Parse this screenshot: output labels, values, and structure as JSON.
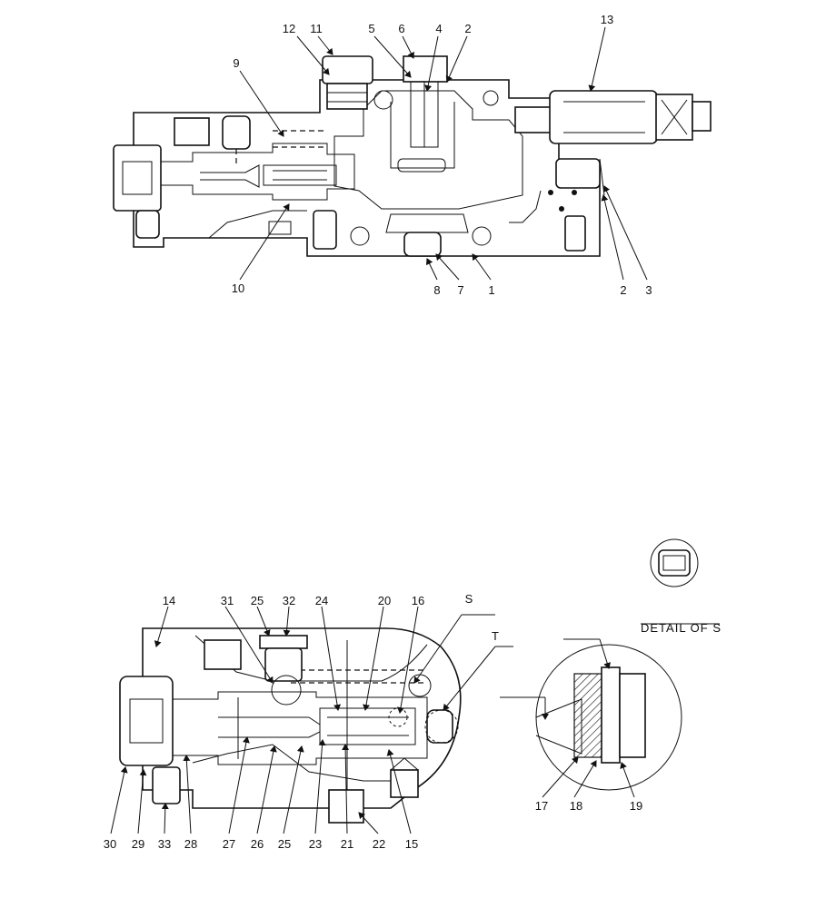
{
  "callouts": [
    {
      "id": "c12",
      "text": "12"
    },
    {
      "id": "c11",
      "text": "11"
    },
    {
      "id": "c5",
      "text": "5"
    },
    {
      "id": "c6",
      "text": "6"
    },
    {
      "id": "c4",
      "text": "4"
    },
    {
      "id": "c2a",
      "text": "2"
    },
    {
      "id": "c13",
      "text": "13"
    },
    {
      "id": "c9",
      "text": "9"
    },
    {
      "id": "c10",
      "text": "10"
    },
    {
      "id": "c8",
      "text": "8"
    },
    {
      "id": "c7",
      "text": "7"
    },
    {
      "id": "c1",
      "text": "1"
    },
    {
      "id": "c2b",
      "text": "2"
    },
    {
      "id": "c3",
      "text": "3"
    },
    {
      "id": "c14",
      "text": "14"
    },
    {
      "id": "c31",
      "text": "31"
    },
    {
      "id": "c25a",
      "text": "25"
    },
    {
      "id": "c32",
      "text": "32"
    },
    {
      "id": "c24",
      "text": "24"
    },
    {
      "id": "c20",
      "text": "20"
    },
    {
      "id": "c16",
      "text": "16"
    },
    {
      "id": "cS",
      "text": "S"
    },
    {
      "id": "cT",
      "text": "T"
    },
    {
      "id": "c30",
      "text": "30"
    },
    {
      "id": "c29",
      "text": "29"
    },
    {
      "id": "c33",
      "text": "33"
    },
    {
      "id": "c28",
      "text": "28"
    },
    {
      "id": "c27",
      "text": "27"
    },
    {
      "id": "c26",
      "text": "26"
    },
    {
      "id": "c25b",
      "text": "25"
    },
    {
      "id": "c23",
      "text": "23"
    },
    {
      "id": "c21",
      "text": "21"
    },
    {
      "id": "c22",
      "text": "22"
    },
    {
      "id": "c15",
      "text": "15"
    },
    {
      "id": "c17",
      "text": "17"
    },
    {
      "id": "c18",
      "text": "18"
    },
    {
      "id": "c19",
      "text": "19"
    }
  ],
  "detail_label": "DETAIL OF S"
}
